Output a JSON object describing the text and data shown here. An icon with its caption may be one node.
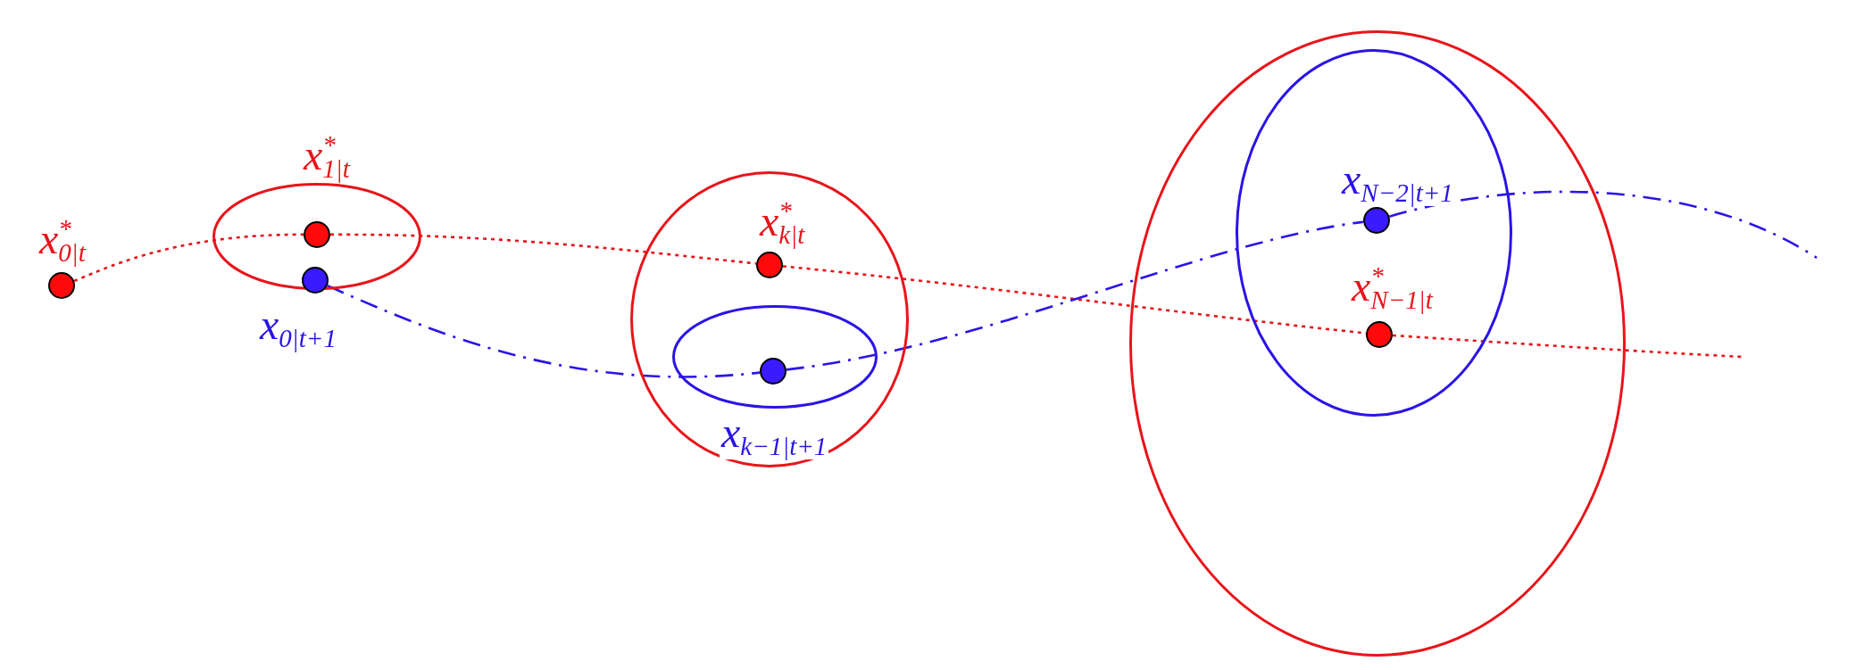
{
  "diagram": {
    "nodes": [
      {
        "text": [],
        "shape": "circle",
        "beside": [
          "x$^{*}$$_{0|t}$"
        ]
      },
      {
        "text": [],
        "shape": "ellipse"
      },
      {
        "text": [],
        "shape": "circle",
        "in": 1,
        "beside": [
          "x$^{*}$$_{1|t}$"
        ]
      },
      {
        "text": [],
        "shape": "circle",
        "in": 1,
        "beside": [
          "x$_{0|t+1}$"
        ]
      },
      {
        "text": [],
        "shape": "ellipse"
      },
      {
        "text": [],
        "shape": "circle",
        "in": 4,
        "beside": [
          "x$^{*}$$_{k|t}$"
        ]
      },
      {
        "text": [],
        "shape": "ellipse",
        "in": 4
      },
      {
        "text": [],
        "shape": "circle",
        "in": 6,
        "beside": [
          "x$_{k−1|t+1}$"
        ]
      },
      {
        "text": [],
        "shape": "ellipse"
      },
      {
        "text": [],
        "shape": "ellipse",
        "in": 8
      },
      {
        "text": [],
        "shape": "circle",
        "in": 9,
        "beside": [
          "x$_{N−2|t+1}$"
        ]
      },
      {
        "text": [],
        "shape": "circle",
        "in": 9,
        "beside": [
          "x$^{*}$$_{N−1|t}$"
        ]
      }
    ],
    "edges": [
      {
        "from": 0,
        "to": 2,
        "arrow": "none",
        "style": "dashed",
        "color": "#e8141a"
      },
      {
        "from": 2,
        "to": 5,
        "arrow": "none",
        "style": "dashed",
        "color": "#e8141a"
      },
      {
        "from": 5,
        "to": 11,
        "arrow": "none",
        "style": "dashed",
        "color": "#e8141a"
      },
      {
        "from": 11,
        "to": null,
        "arrow": "none",
        "style": "dashed",
        "color": "#e8141a"
      },
      {
        "from": 3,
        "to": 7,
        "arrow": "none",
        "style": "dashed",
        "color": "#2a14e6"
      },
      {
        "from": 7,
        "to": 10,
        "arrow": "none",
        "style": "dashed",
        "color": "#2a14e6"
      },
      {
        "from": 10,
        "to": null,
        "arrow": "none",
        "style": "dashed",
        "color": "#2a14e6"
      }
    ]
  }
}
